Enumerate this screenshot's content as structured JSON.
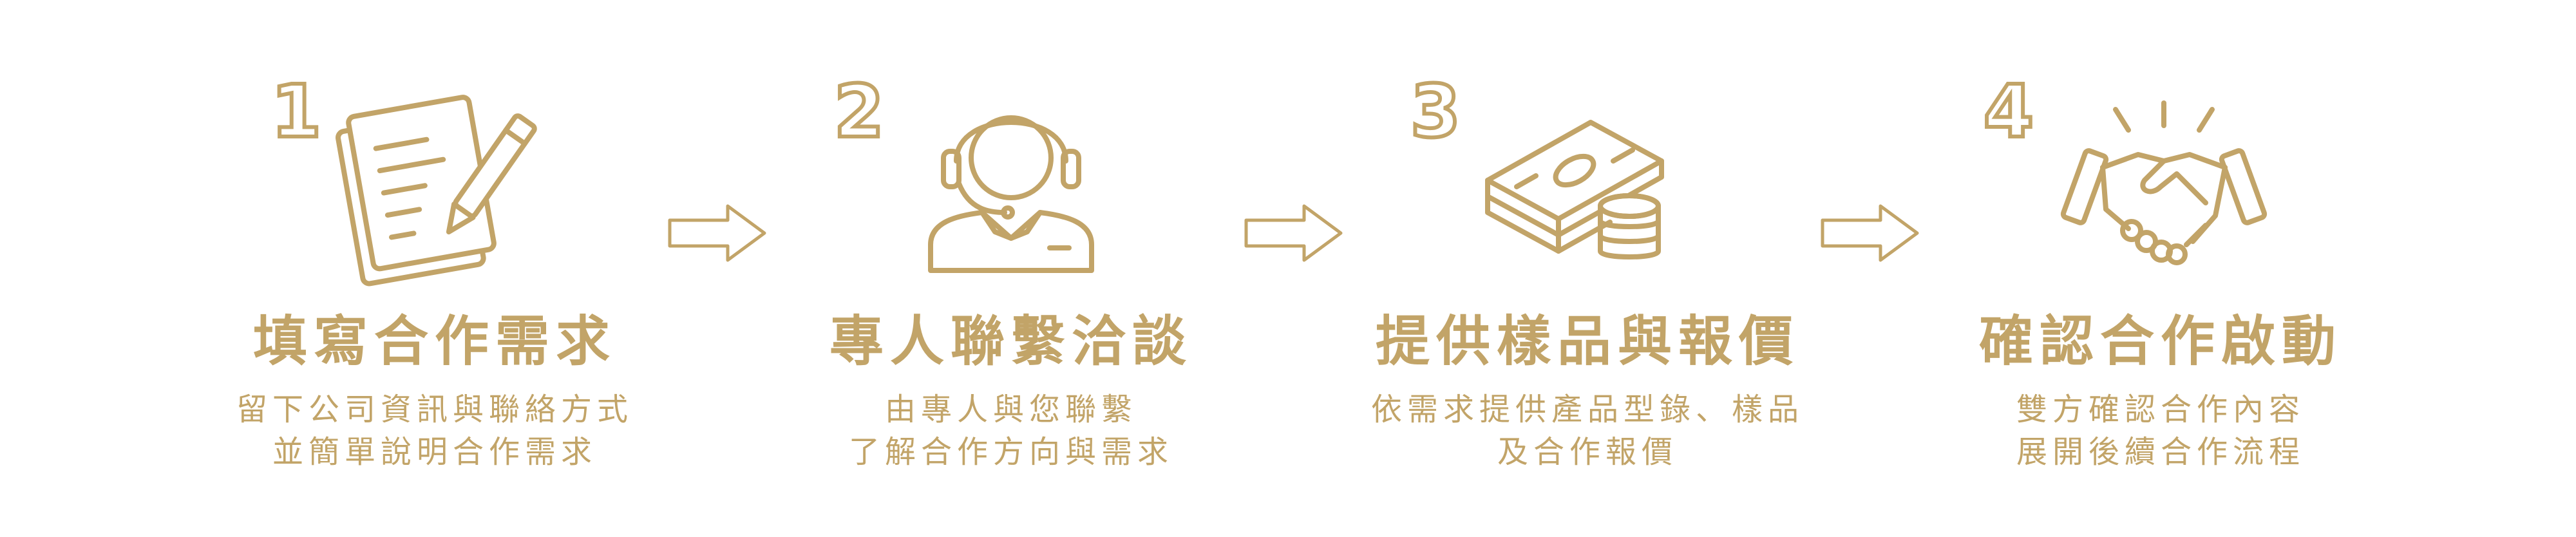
{
  "theme": {
    "accent": "#c2a468",
    "background": "#ffffff"
  },
  "steps": [
    {
      "number": "1",
      "icon": "document-pen-icon",
      "title": "填寫合作需求",
      "desc_lines": [
        "留下公司資訊與聯絡方式",
        "並簡單說明合作需求"
      ]
    },
    {
      "number": "2",
      "icon": "headset-agent-icon",
      "title": "專人聯繫洽談",
      "desc_lines": [
        "由專人與您聯繫",
        "了解合作方向與需求"
      ]
    },
    {
      "number": "3",
      "icon": "money-stack-icon",
      "title": "提供樣品與報價",
      "desc_lines": [
        "依需求提供產品型錄、樣品",
        "及合作報價"
      ]
    },
    {
      "number": "4",
      "icon": "handshake-icon",
      "title": "確認合作啟動",
      "desc_lines": [
        "雙方確認合作內容",
        "展開後續合作流程"
      ]
    }
  ],
  "connector_icon": "arrow-right-outline-icon"
}
